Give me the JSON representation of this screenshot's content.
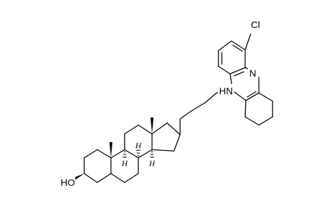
{
  "labels": {
    "chlorine": "Cl",
    "ring_nitrogen": "N",
    "amine": "HN",
    "hydroxyl": "HO",
    "h_c9": "H",
    "h_c8": "H",
    "h_c14": "H"
  }
}
